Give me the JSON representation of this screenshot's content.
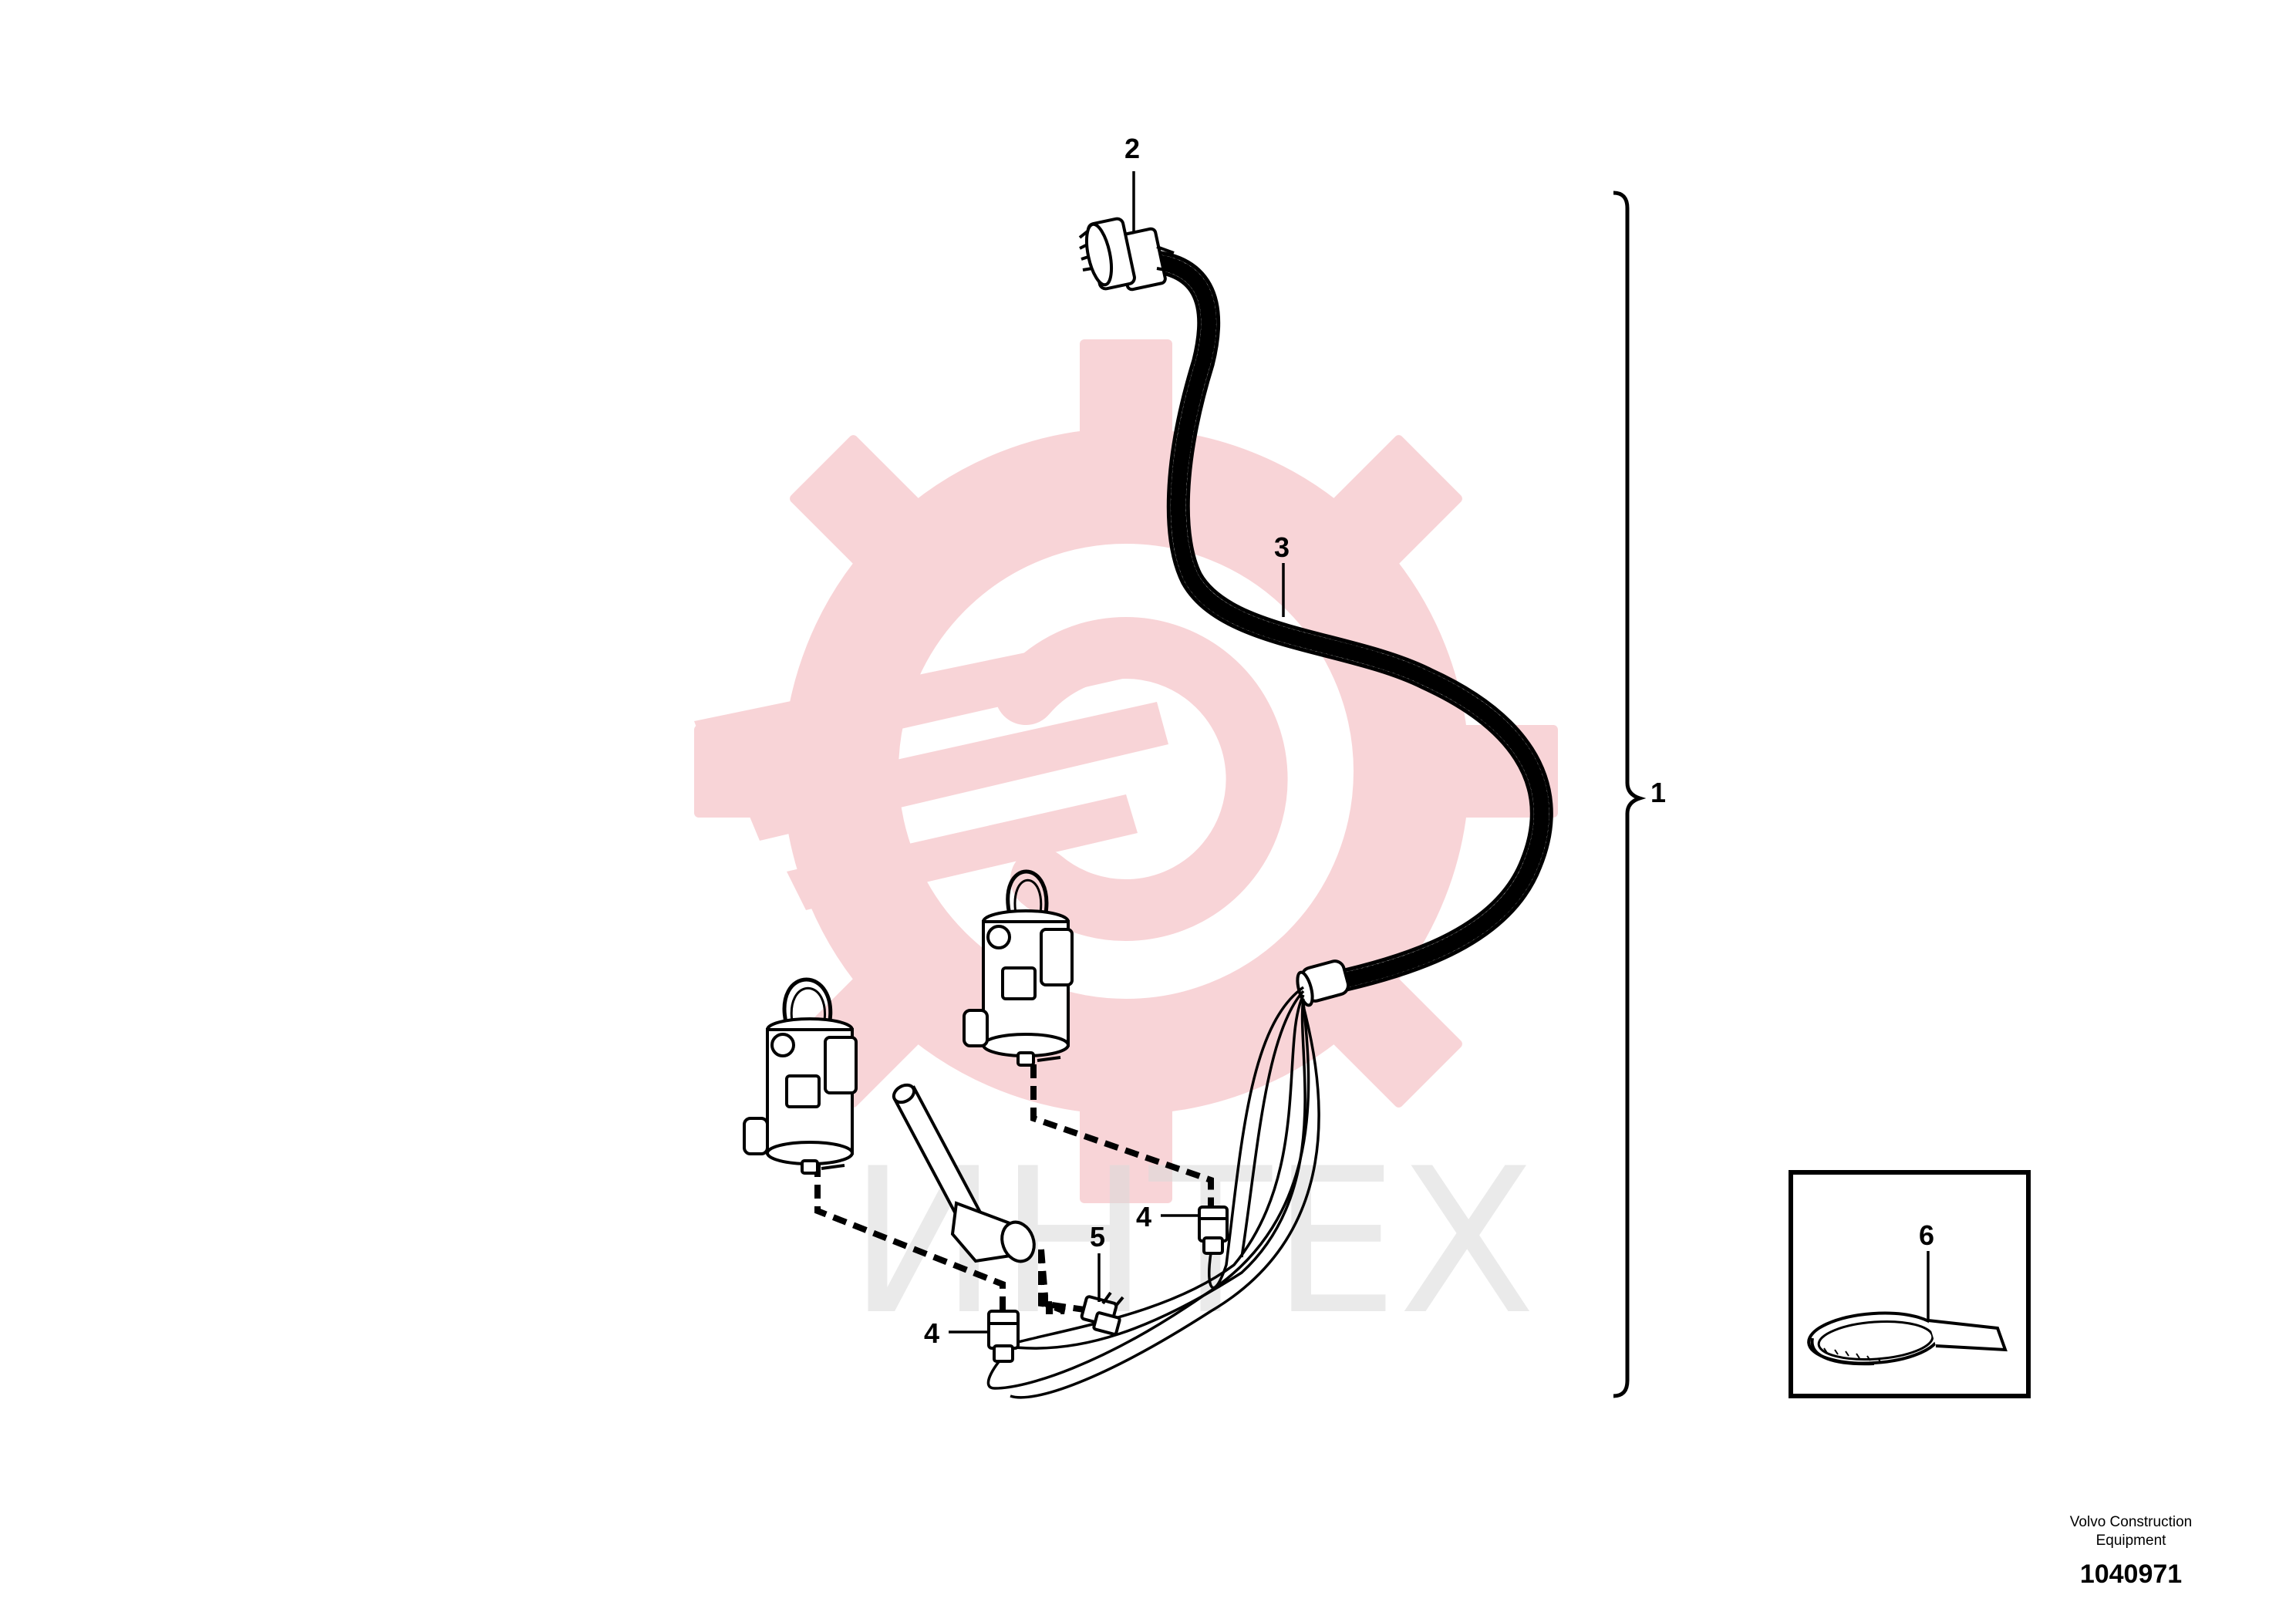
{
  "watermark": {
    "text": "ИНТЕХ",
    "gear_color": "#f4b8bd",
    "text_color": "#d0d0d0"
  },
  "callouts": [
    {
      "id": "1",
      "label": "1"
    },
    {
      "id": "2",
      "label": "2"
    },
    {
      "id": "3",
      "label": "3"
    },
    {
      "id": "4a",
      "label": "4"
    },
    {
      "id": "4b",
      "label": "4"
    },
    {
      "id": "5",
      "label": "5"
    },
    {
      "id": "6",
      "label": "6"
    }
  ],
  "footer": {
    "company_line1": "Volvo Construction",
    "company_line2": "Equipment",
    "drawing_number": "1040971"
  },
  "colors": {
    "line": "#000000",
    "background": "#ffffff"
  },
  "icons": [
    "gear-watermark-icon",
    "cable-tie-icon",
    "solenoid-valve-icon",
    "pressure-sensor-icon",
    "round-connector-icon"
  ]
}
